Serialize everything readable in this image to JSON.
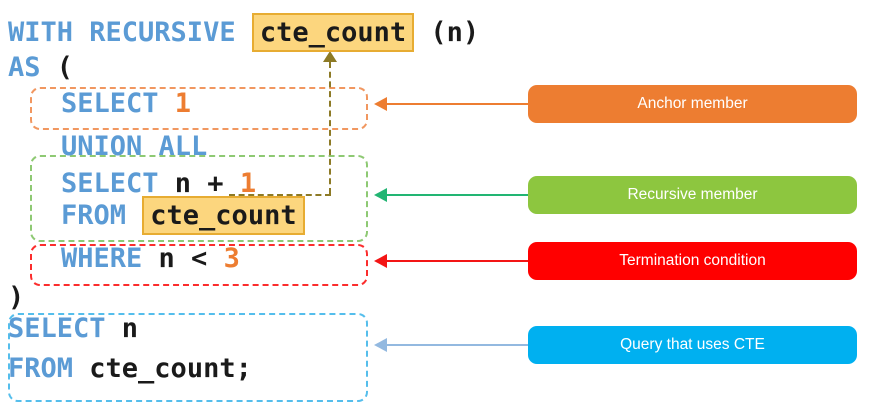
{
  "code": {
    "lines": [
      {
        "tokens": [
          {
            "t": "WITH RECURSIVE "
          },
          {
            "t": "cte_count"
          },
          {
            "t": " (n)"
          }
        ]
      },
      {
        "tokens": [
          {
            "t": "AS"
          },
          {
            "t": " ("
          }
        ]
      },
      {
        "tokens": [
          {
            "t": "SELECT "
          },
          {
            "t": "1"
          }
        ]
      },
      {
        "tokens": [
          {
            "t": "UNION ALL"
          }
        ]
      },
      {
        "tokens": [
          {
            "t": "SELECT "
          },
          {
            "t": "n + "
          },
          {
            "t": "1"
          }
        ]
      },
      {
        "tokens": [
          {
            "t": "FROM "
          },
          {
            "t": "cte_count"
          }
        ]
      },
      {
        "tokens": [
          {
            "t": "WHERE "
          },
          {
            "t": "n < "
          },
          {
            "t": "3"
          }
        ]
      },
      {
        "tokens": [
          {
            "t": ")"
          }
        ]
      },
      {
        "tokens": [
          {
            "t": "SELECT "
          },
          {
            "t": "n"
          }
        ]
      },
      {
        "tokens": [
          {
            "t": "FROM "
          },
          {
            "t": "cte_count;"
          }
        ]
      }
    ]
  },
  "annotations": [
    {
      "label": "Anchor member",
      "box_color": "#ED7D31",
      "arrow_color": "#ED7D31"
    },
    {
      "label": "Recursive member",
      "box_color": "#8DC63F",
      "arrow_color": "#22B573"
    },
    {
      "label": "Termination condition",
      "box_color": "#FF0000",
      "arrow_color": "#F31515"
    },
    {
      "label": "Query that uses CTE",
      "box_color": "#00B0F0",
      "arrow_color": "#93B9E0"
    }
  ],
  "colors": {
    "keyword": "#5B9BD5",
    "number_literal": "#ED7D31",
    "plain_code": "#1A1A1A",
    "highlight_bg": "#FCD67E",
    "highlight_border": "#E7AC32",
    "recursion_connector": "#8D7A26",
    "anchor_dashed_outline": "#F19760",
    "recursive_dashed_outline": "#8EC973",
    "termination_dashed_outline": "#FB2D2D",
    "cte_query_dashed_outline": "#55BEEC"
  }
}
